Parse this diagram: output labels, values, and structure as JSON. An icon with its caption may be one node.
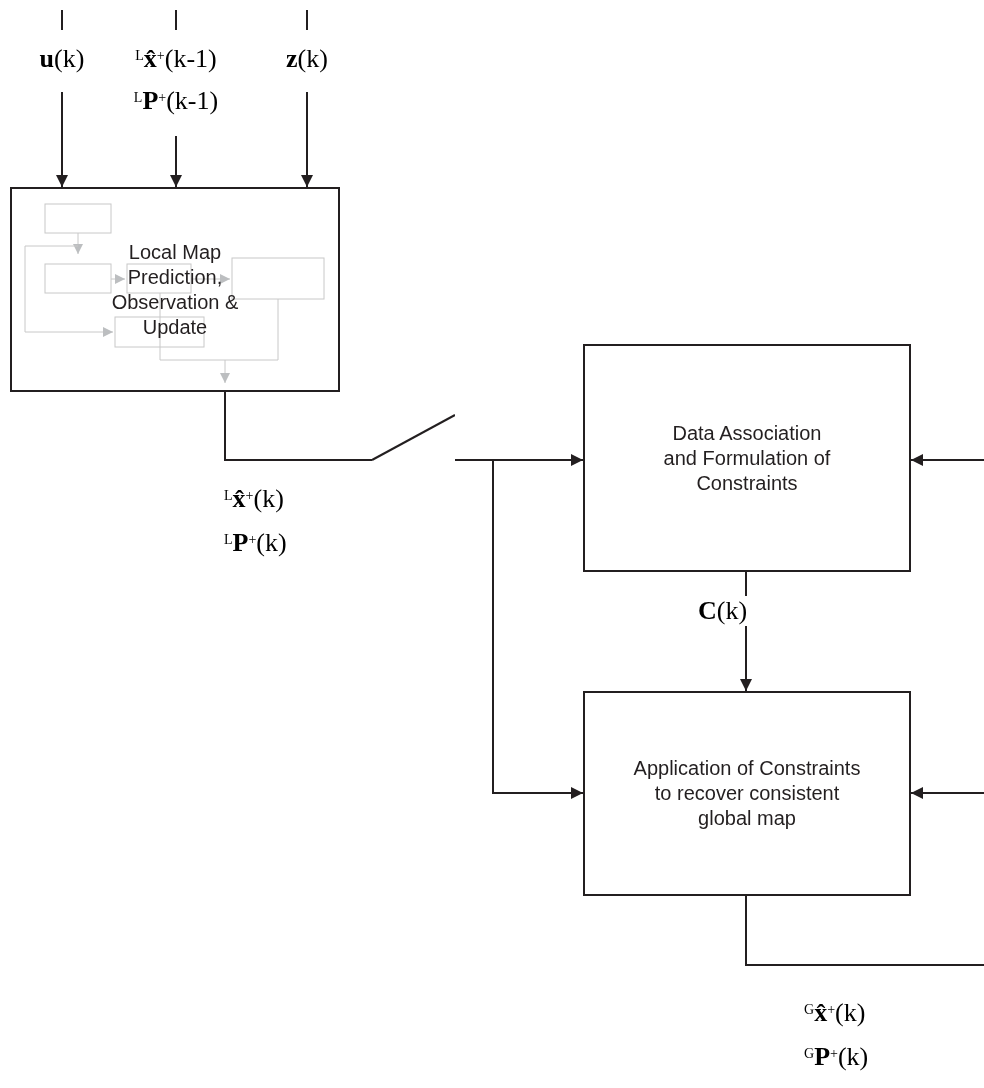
{
  "diagram": {
    "nodes": [
      {
        "text": [
          "Local Map Prediction, Observation & Update"
        ]
      },
      {
        "text": [
          "Data Association and Formulation of Constraints"
        ]
      },
      {
        "text": [
          "Application of Constraints to recover consistent global map"
        ]
      },
      {
        "text": [
          "**u**(k)"
        ]
      },
      {
        "text": [
          "$^{L}$**x̂**$^{+}$(k-1)",
          "$^{L}$**P**$^{+}$(k-1)"
        ]
      },
      {
        "text": [
          "**z**(k)"
        ]
      },
      {
        "text": [],
        "shape": "switch"
      }
    ],
    "edges": [
      {
        "from": null,
        "to": 3,
        "arrow": "none"
      },
      {
        "from": null,
        "to": 4,
        "arrow": "none"
      },
      {
        "from": null,
        "to": 5,
        "arrow": "none"
      },
      {
        "from": 3,
        "to": 0,
        "arrow": "to"
      },
      {
        "from": 4,
        "to": 0,
        "arrow": "to"
      },
      {
        "from": 5,
        "to": 0,
        "arrow": "to"
      },
      {
        "from": 0,
        "to": 6,
        "arrow": "none"
      },
      {
        "from": 6,
        "to": 1,
        "arrow": "to"
      },
      {
        "from": 6,
        "to": 2,
        "arrow": "to"
      },
      {
        "from": 1,
        "to": 2,
        "arrow": "to",
        "label": "**C**(k)"
      },
      {
        "from": null,
        "to": 1,
        "arrow": "to"
      },
      {
        "from": null,
        "to": 2,
        "arrow": "to"
      },
      {
        "from": 2,
        "to": null,
        "arrow": "none"
      }
    ],
    "labels": [
      "$^{L}$**x̂**$^{+}$(k)",
      "$^{L}$**P**$^{+}$(k)",
      "$^{G}$**x̂**$^{+}$(k)",
      "$^{G}$**P**$^{+}$(k)"
    ]
  }
}
